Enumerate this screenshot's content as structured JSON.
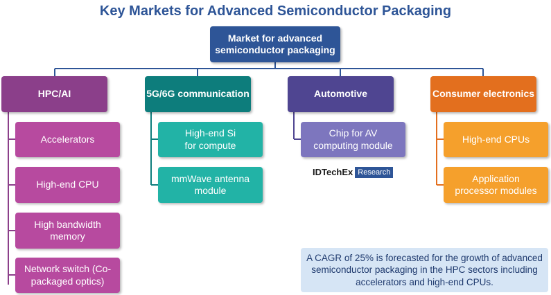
{
  "title": "Key Markets for Advanced Semiconductor Packaging",
  "root": {
    "label": "Market for advanced semiconductor packaging",
    "color": "#2e5597"
  },
  "categories": [
    {
      "label": "HPC/AI",
      "color": "#8b3f8a",
      "sub_color": "#b74a9f",
      "items": [
        "Accelerators",
        "High-end CPU",
        "High bandwidth memory",
        "Network switch (Co-packaged optics)"
      ]
    },
    {
      "label": "5G/6G communication",
      "color": "#0d7d7c",
      "sub_color": "#22b3a6",
      "items": [
        "High-end Si for compute",
        "mmWave antenna module"
      ]
    },
    {
      "label": "Automotive",
      "color": "#4f4591",
      "sub_color": "#7d76be",
      "items": [
        "Chip for AV computing module"
      ]
    },
    {
      "label": "Consumer electronics",
      "color": "#e36f1e",
      "sub_color": "#f5a02c",
      "items": [
        "High-end CPUs",
        "Application processor modules"
      ]
    }
  ],
  "logo": {
    "name": "IDTechEx",
    "tag": "Research"
  },
  "note": "A CAGR of 25% is forecasted for the growth of advanced semiconductor packaging in the HPC sectors including accelerators and high-end CPUs."
}
